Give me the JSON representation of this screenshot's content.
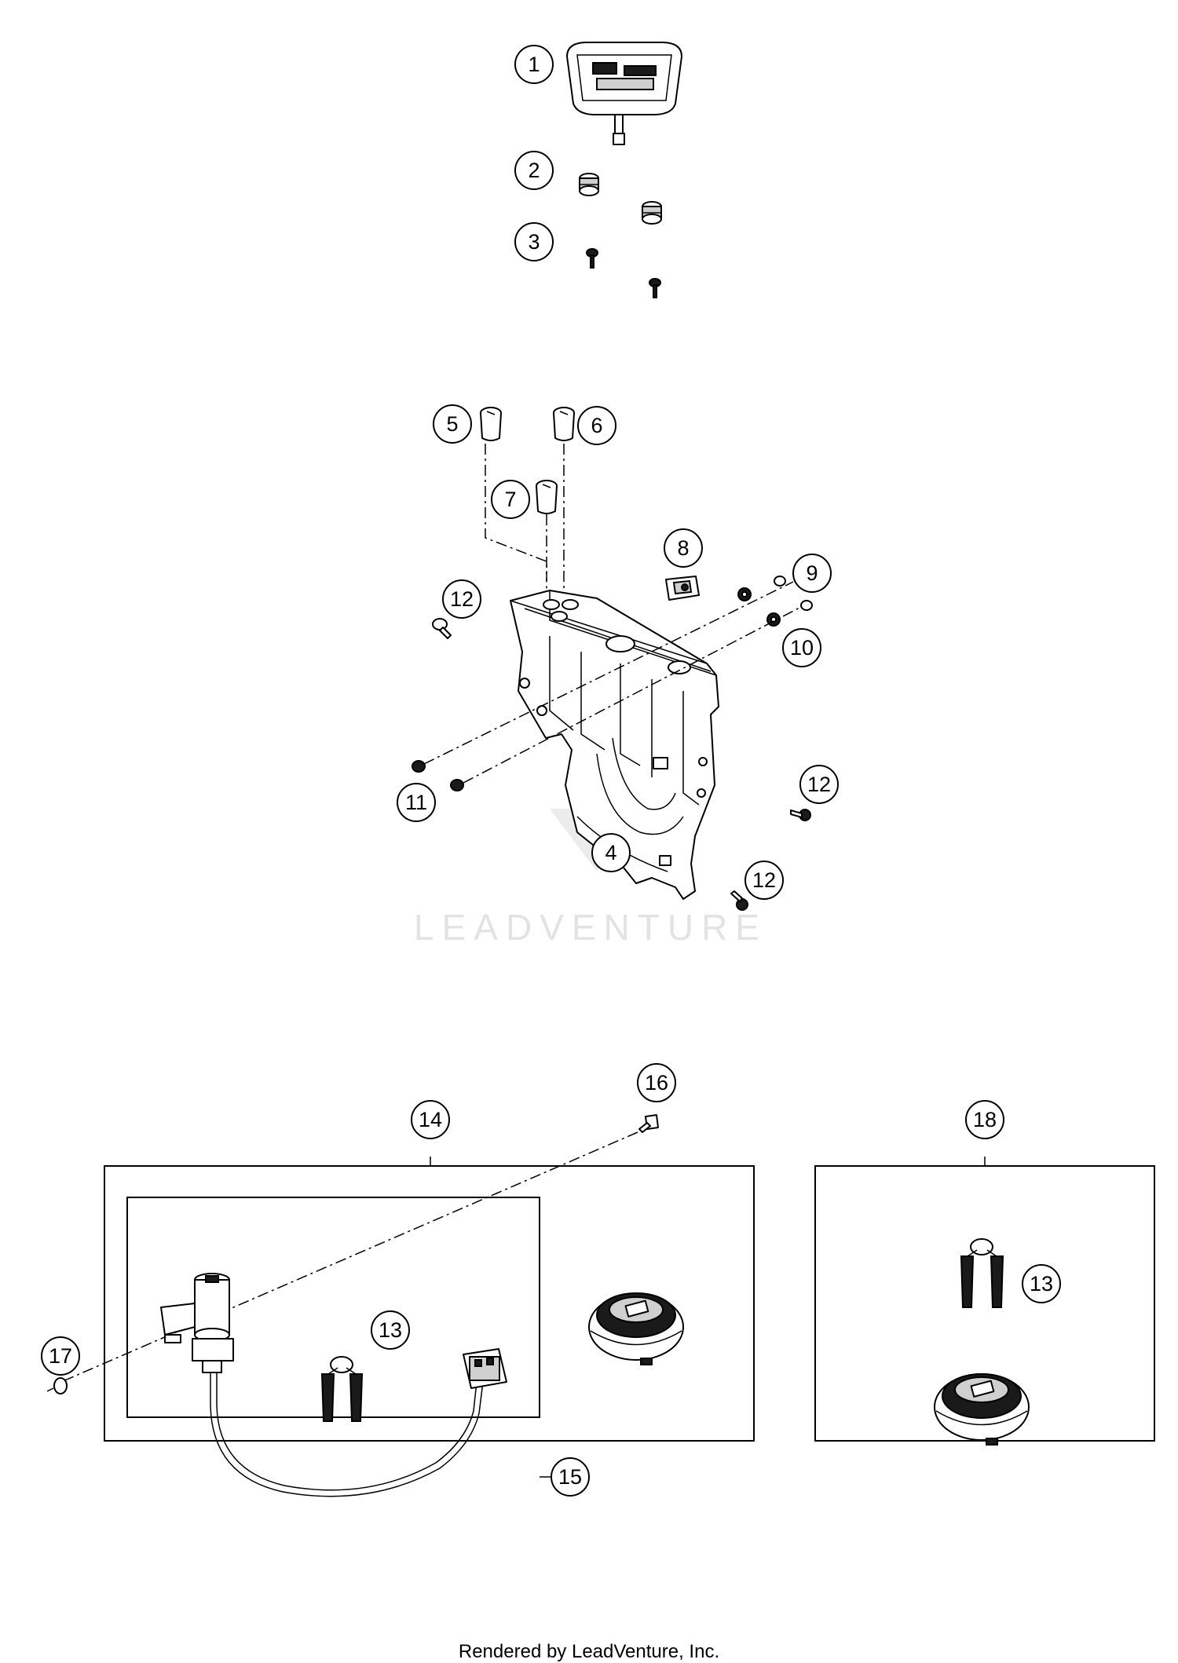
{
  "watermark": "LEADVENTURE",
  "footer": "Rendered by LeadVenture, Inc.",
  "callouts": {
    "c1": "1",
    "c2": "2",
    "c3": "3",
    "c4": "4",
    "c5": "5",
    "c6": "6",
    "c7": "7",
    "c8": "8",
    "c9": "9",
    "c10": "10",
    "c11": "11",
    "c12a": "12",
    "c12b": "12",
    "c12c": "12",
    "c13a": "13",
    "c13b": "13",
    "c14": "14",
    "c15": "15",
    "c16": "16",
    "c17": "17",
    "c18": "18"
  }
}
